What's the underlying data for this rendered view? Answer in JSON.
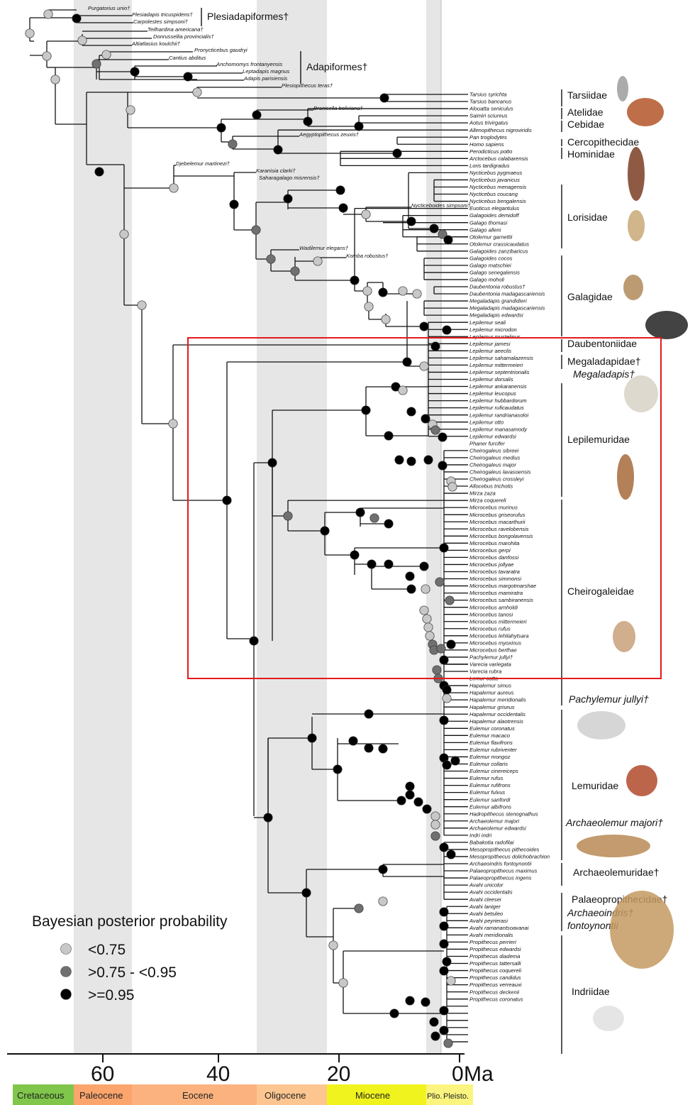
{
  "colors": {
    "band": "#e6e6e6",
    "node_low": "#c8c8c8",
    "node_mid": "#707070",
    "node_high": "#000000",
    "highlight_box": "#e31a1c",
    "cretaceous": "#7fc64a",
    "paleocene": "#fba46c",
    "eocene": "#fcb27e",
    "oligocene": "#fdc690",
    "miocene": "#f1f31e",
    "plio_pleisto": "#fbf47e"
  },
  "axis": {
    "ticks": [
      "60",
      "40",
      "20",
      "0"
    ],
    "unit": "Ma"
  },
  "epochs": [
    {
      "name": "Cretaceous",
      "color_key": "cretaceous"
    },
    {
      "name": "Paleocene",
      "color_key": "paleocene"
    },
    {
      "name": "Eocene",
      "color_key": "eocene"
    },
    {
      "name": "Oligocene",
      "color_key": "oligocene"
    },
    {
      "name": "Miocene",
      "color_key": "miocene"
    },
    {
      "name": "Plio.",
      "color_key": "plio_pleisto"
    },
    {
      "name": "Pleisto.",
      "color_key": "plio_pleisto"
    }
  ],
  "legend": {
    "title": "Bayesian posterior probability",
    "items": [
      {
        "label": "<0.75",
        "color_key": "node_low"
      },
      {
        "label": ">0.75 - <0.95",
        "color_key": "node_mid"
      },
      {
        "label": ">=0.95",
        "color_key": "node_high"
      }
    ]
  },
  "fossil_tips": [
    "Purgatorius unio†",
    "Plesiadapis tricuspidens†",
    "Carpolestes simpsoni†",
    "Teilhardina americana†",
    "Donrussellia provincialis†",
    "Altiatlasius koulchii†",
    "Pronycticebus gaudryi",
    "Cantius abditus",
    "Anchomomys frontanyensis",
    "Leptadapis magnus",
    "Adapis parisiensis",
    "Plesiopithecus teras†",
    "Branisella boliviana†",
    "Aegyptopithecus zeuxis†",
    "Djebelemur martinezi†",
    "Karanisia clarki†",
    "Saharagalago misrensis†",
    "Nycticeboides simpsoni†",
    "Wadilemur elegans†",
    "Komba robustus†"
  ],
  "extant_tips": [
    "Tarsius syrichta",
    "Tarsius bancanus",
    "Alouatta seniculus",
    "Saimiri sciureus",
    "Aotus trivirgatus",
    "Allenopithecus nigroviridis",
    "Pan troglodytes",
    "Homo sapiens",
    "Perodicticus potto",
    "Arctocebus calabarensis",
    "Loris tardigradus",
    "Nycticebus pygmaeus",
    "Nycticebus javanicus",
    "Nycticebus menagensis",
    "Nycticebus coucang",
    "Nycticebus bengalensis",
    "Euoticus elegantulus",
    "Galagoides demidoff",
    "Galago thomasi",
    "Galago alleni",
    "Otolemur garnettii",
    "Otolemur crassicaudatus",
    "Galagoides zanzibaricus",
    "Galagoides cocos",
    "Galago matschiei",
    "Galago senegalensis",
    "Galago moholi",
    "Daubentonia robustus†",
    "Daubentonia madagascariensis",
    "Megaladapis grandidieri",
    "Megaladapis madagascariensis",
    "Megaladapis edwardsi",
    "Lepilemur seali",
    "Lepilemur microdon",
    "Lepilemur mustelinus",
    "Lepilemur jamesi",
    "Lepilemur aeeclis",
    "Lepilemur sahamalazensis",
    "Lepilemur mittermeieri",
    "Lepilemur septentrionalis",
    "Lepilemur dorsalis",
    "Lepilemur ankaranensis",
    "Lepilemur leucopus",
    "Lepilemur hubbardorum",
    "Lepilemur ruficaudatus",
    "Lepilemur randrianasoloi",
    "Lepilemur otto",
    "Lepilemur manasamody",
    "Lepilemur edwardsi",
    "Phaner furcifer",
    "Cheirogaleus sibreei",
    "Cheirogaleus medius",
    "Cheirogaleus major",
    "Cheirogaleus lavasoensis",
    "Cheirogaleus crossleyi",
    "Allocebus trichotis",
    "Mirza zaza",
    "Mirza coquereli",
    "Microcebus murinus",
    "Microcebus griseorufus",
    "Microcebus macarthurii",
    "Microcebus ravelobensis",
    "Microcebus bongolavensis",
    "Microcebus marohita",
    "Microcebus gerpi",
    "Microcebus danfossi",
    "Microcebus jollyae",
    "Microcebus tavaratra",
    "Microcebus simmonsi",
    "Microcebus margotmarshae",
    "Microcebus mamiratra",
    "Microcebus sambiranensis",
    "Microcebus arnholdi",
    "Microcebus tanosi",
    "Microcebus mittermeieri",
    "Microcebus rufus",
    "Microcebus lehilahytsara",
    "Microcebus myoxinus",
    "Microcebus berthae",
    "Pachylemur jullyi†",
    "Varecia variegata",
    "Varecia rubra",
    "Lemur catta",
    "Hapalemur simus",
    "Hapalemur aureus",
    "Hapalemur meridionalis",
    "Hapalemur griseus",
    "Hapalemur occidentalis",
    "Hapalemur alaotrensis",
    "Eulemur coronatus",
    "Eulemur macaco",
    "Eulemur flavifrons",
    "Eulemur rubriventer",
    "Eulemur mongoz",
    "Eulemur collaris",
    "Eulemur cinereiceps",
    "Eulemur rufus",
    "Eulemur rufifrons",
    "Eulemur fulvus",
    "Eulemur sanfordi",
    "Eulemur albifrons",
    "Hadropithecus stenognathus",
    "Archaeolemur majori",
    "Archaeolemur edwardsi",
    "Indri indri",
    "Babakotia radofilai",
    "Mesopropithecus pithecoides",
    "Mesopropithecus dolichobrachion",
    "Archaeoindris fontoynontii",
    "Palaeopropithecus maximus",
    "Palaeopropithecus ingens",
    "Avahi unicolor",
    "Avahi occidentalis",
    "Avahi cleesei",
    "Avahi laniger",
    "Avahi betsileo",
    "Avahi peyrierasi",
    "Avahi ramanantsoavanai",
    "Avahi meridionalis",
    "Propithecus perrieri",
    "Propithecus edwardsi",
    "Propithecus diadema",
    "Propithecus tattersalli",
    "Propithecus coquereli",
    "Propithecus candidus",
    "Propithecus verreauxi",
    "Propithecus deckenii",
    "Propithecus coronatus"
  ],
  "families": [
    {
      "label": "Plesiadapiformes†",
      "italic": false
    },
    {
      "label": "Adapiformes†",
      "italic": false
    },
    {
      "label": "Tarsiidae",
      "italic": false
    },
    {
      "label": "Atelidae",
      "italic": false
    },
    {
      "label": "Cebidae",
      "italic": false
    },
    {
      "label": "Cercopithecidae",
      "italic": false
    },
    {
      "label": "Hominidae",
      "italic": false
    },
    {
      "label": "Lorisidae",
      "italic": false
    },
    {
      "label": "Galagidae",
      "italic": false
    },
    {
      "label": "Daubentoniidae",
      "italic": false
    },
    {
      "label": "Megaladapidae†",
      "italic": false
    },
    {
      "label": "Megaladapis†",
      "italic": true
    },
    {
      "label": "Lepilemuridae",
      "italic": false
    },
    {
      "label": "Cheirogaleidae",
      "italic": false
    },
    {
      "label": "Pachylemur jullyi†",
      "italic": true
    },
    {
      "label": "Lemuridae",
      "italic": false
    },
    {
      "label": "Archaeolemur majori†",
      "italic": true
    },
    {
      "label": "Archaeolemuridae†",
      "italic": false
    },
    {
      "label": "Palaeopropithecidae†",
      "italic": false
    },
    {
      "label": "Archaeoindris†",
      "italic": true
    },
    {
      "label": "fontoynontii",
      "italic": true
    },
    {
      "label": "Indriidae",
      "italic": false
    }
  ]
}
